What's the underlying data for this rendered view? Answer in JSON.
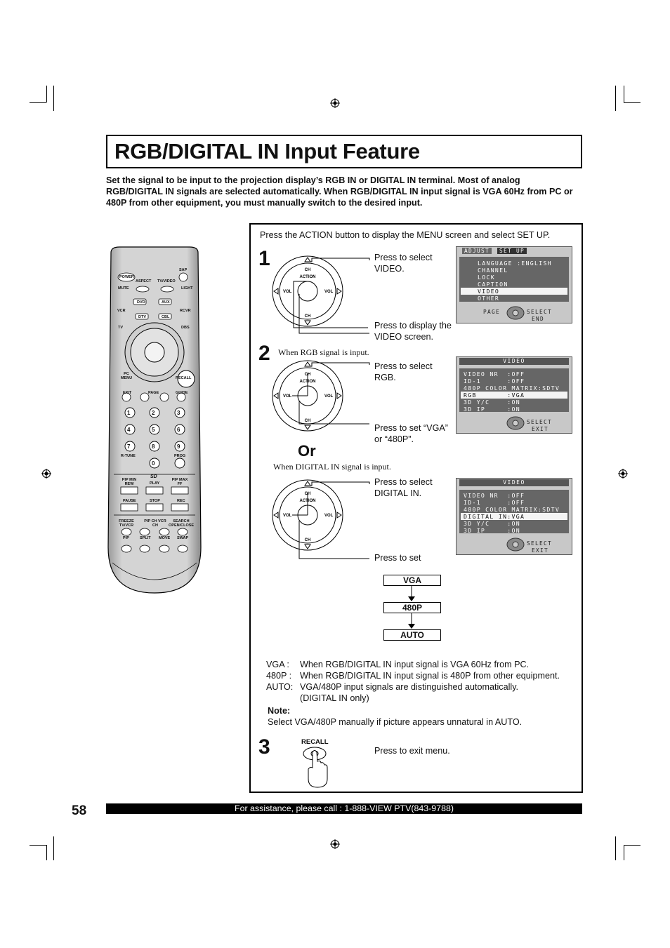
{
  "title": "RGB/DIGITAL IN Input Feature",
  "intro": "Set the signal to be input to the projection display’s RGB IN or DIGITAL IN terminal. Most of analog RGB/DIGITAL IN signals are selected automatically. When RGB/DIGITAL IN input signal is VGA 60Hz from PC or 480P from other equipment, you must manually switch to the desired input.",
  "panel_intro": "Press the ACTION button to display the MENU screen and select SET UP.",
  "steps": {
    "s1_num": "1",
    "s1_select": "Press to select VIDEO.",
    "s1_display": "Press to display the VIDEO screen.",
    "s2_num": "2",
    "s2_when_rgb": "When RGB signal is input.",
    "s2_select": "Press to select RGB.",
    "s2_set": "Press to set “VGA” or “480P”.",
    "or": "Or",
    "s2_when_digital": "When DIGITAL IN signal is input.",
    "s2b_select": "Press to select DIGITAL IN.",
    "s2b_set": "Press to set",
    "s3_num": "3",
    "s3_key": "RECALL",
    "s3_exit": "Press to exit menu."
  },
  "dial": {
    "ch": "CH",
    "action": "ACTION",
    "vol": "VOL"
  },
  "osd_setup": {
    "tab_adjust": "ADJUST",
    "tab_setup": "SET UP",
    "rows": [
      "LANGUAGE :ENGLISH",
      "CHANNEL",
      "LOCK",
      "CAPTION",
      "VIDEO",
      "OTHER"
    ],
    "page": "PAGE",
    "select": "SELECT",
    "end": "END"
  },
  "osd_rgb": {
    "header": "VIDEO",
    "rows": [
      "VIDEO NR  :OFF",
      "ID-1      :OFF",
      "480P COLOR MATRIX:SDTV",
      "RGB       :VGA",
      "3D Y/C    :ON",
      "3D IP     :ON"
    ],
    "select": "SELECT",
    "exit": "EXIT"
  },
  "osd_digital": {
    "header": "VIDEO",
    "rows": [
      "VIDEO NR  :OFF",
      "ID-1      :OFF",
      "480P COLOR MATRIX:SDTV",
      "DIGITAL IN:VGA",
      "3D Y/C    :ON",
      "3D IP     :ON"
    ],
    "select": "SELECT",
    "exit": "EXIT"
  },
  "flow": [
    "VGA",
    "480P",
    "AUTO"
  ],
  "legend": [
    {
      "k": "VGA :",
      "v": "When RGB/DIGITAL IN input signal is VGA 60Hz from PC."
    },
    {
      "k": "480P :",
      "v": "When RGB/DIGITAL IN input signal is 480P from other equipment."
    },
    {
      "k": "AUTO:",
      "v": "VGA/480P input signals are distinguished automatically."
    },
    {
      "k": "",
      "v": "(DIGITAL IN only)"
    }
  ],
  "note_title": "Note:",
  "note_text": "Select VGA/480P manually if picture appears unnatural in AUTO.",
  "page_number": "58",
  "footer": "For assistance, please call : 1-888-VIEW PTV(843-9788)",
  "remote": {
    "power": "POWER",
    "sap": "SAP",
    "aspect": "ASPECT",
    "tvvideo": "TV/VIDEO",
    "mute": "MUTE",
    "light": "LIGHT",
    "vcr": "VCR",
    "dvd": "DVD",
    "aux": "AUX",
    "rcvr": "RCVR",
    "tv": "TV",
    "dtv": "DTV",
    "cbl": "CBL",
    "dbs": "DBS",
    "pc_menu": "PC MENU",
    "recall": "RECALL",
    "exit": "EXIT",
    "page": "PAGE",
    "guide": "GUIDE",
    "digits": [
      "1",
      "2",
      "3",
      "4",
      "5",
      "6",
      "7",
      "8",
      "9",
      "0"
    ],
    "rtune": "R-TUNE",
    "prog": "PROG",
    "pipmin": "PIP MIN REW",
    "play": "PLAY",
    "pipmax": "PIP MAX FF",
    "pause": "PAUSE",
    "stop": "STOP",
    "rec": "REC",
    "freeze": "FREEZE TV/VCR",
    "pipch": "PIP CH VCR CH",
    "search": "SEARCH OPEN/CLOSE",
    "pip": "PIP",
    "split": "SPLIT",
    "move": "MOVE",
    "swap": "SWAP",
    "sd": "SD"
  }
}
